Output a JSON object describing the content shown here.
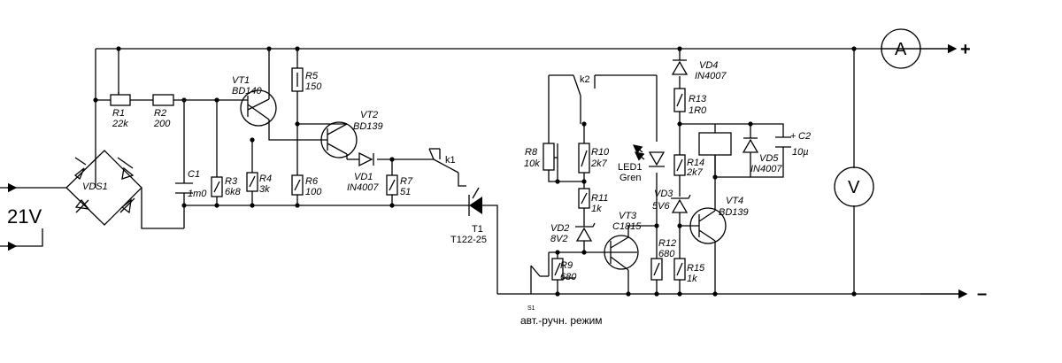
{
  "supply": {
    "voltage": "21V"
  },
  "terminals": {
    "plus": "+",
    "minus": "–"
  },
  "meters": {
    "ammeter": "A",
    "voltmeter": "V"
  },
  "switch": {
    "id": "S1",
    "caption": "авт.-ручн. режим"
  },
  "relay_contacts": {
    "k1": "k1",
    "k2": "k2"
  },
  "components": {
    "R1": {
      "ref": "R1",
      "value": "22k"
    },
    "R2": {
      "ref": "R2",
      "value": "200"
    },
    "R3": {
      "ref": "R3",
      "value": "6k8"
    },
    "R4": {
      "ref": "R4",
      "value": "3k"
    },
    "R5": {
      "ref": "R5",
      "value": "150"
    },
    "R6": {
      "ref": "R6",
      "value": "100"
    },
    "R7": {
      "ref": "R7",
      "value": "51"
    },
    "R8": {
      "ref": "R8",
      "value": "10k"
    },
    "R9": {
      "ref": "R9",
      "value": "680"
    },
    "R10": {
      "ref": "R10",
      "value": "2k7"
    },
    "R11": {
      "ref": "R11",
      "value": "1k"
    },
    "R12": {
      "ref": "R12",
      "value": "680"
    },
    "R13": {
      "ref": "R13",
      "value": "1R0"
    },
    "R14": {
      "ref": "R14",
      "value": "2k7"
    },
    "R15": {
      "ref": "R15",
      "value": "1k"
    },
    "C1": {
      "ref": "C1",
      "value": "1m0"
    },
    "C2": {
      "ref": "C2",
      "value": "10µ"
    },
    "C2_polarity": "+",
    "VDS1": {
      "ref": "VDS1"
    },
    "VT1": {
      "ref": "VT1",
      "value": "BD140"
    },
    "VT2": {
      "ref": "VT2",
      "value": "BD139"
    },
    "VT3": {
      "ref": "VT3",
      "value": "C1815"
    },
    "VT4": {
      "ref": "VT4",
      "value": "BD139"
    },
    "VD1": {
      "ref": "VD1",
      "value": "IN4007"
    },
    "VD2": {
      "ref": "VD2",
      "value": "8V2"
    },
    "VD3": {
      "ref": "VD3",
      "value": "5V6"
    },
    "VD4": {
      "ref": "VD4",
      "value": "IN4007"
    },
    "VD5": {
      "ref": "VD5",
      "value": "IN4007"
    },
    "T1": {
      "ref": "T1",
      "value": "T122-25"
    },
    "LED1": {
      "ref": "LED1",
      "value": "Gren"
    }
  }
}
